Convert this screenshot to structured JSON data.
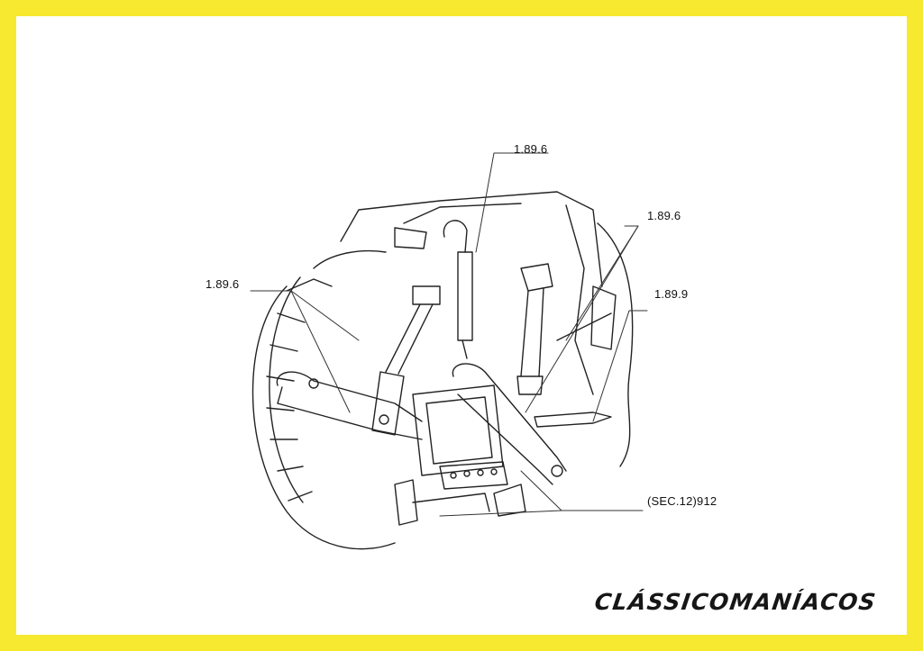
{
  "callouts": {
    "top": "1.89.6",
    "upper_right": "1.89.6",
    "left": "1.89.6",
    "right": "1.89.9",
    "bottom": "(SEC.12)912"
  },
  "brand": {
    "logo_text": "CLÁSSICOMANÍACOS"
  },
  "colors": {
    "border": "#f7e92f",
    "paper": "#ffffff",
    "ink": "#111111"
  }
}
